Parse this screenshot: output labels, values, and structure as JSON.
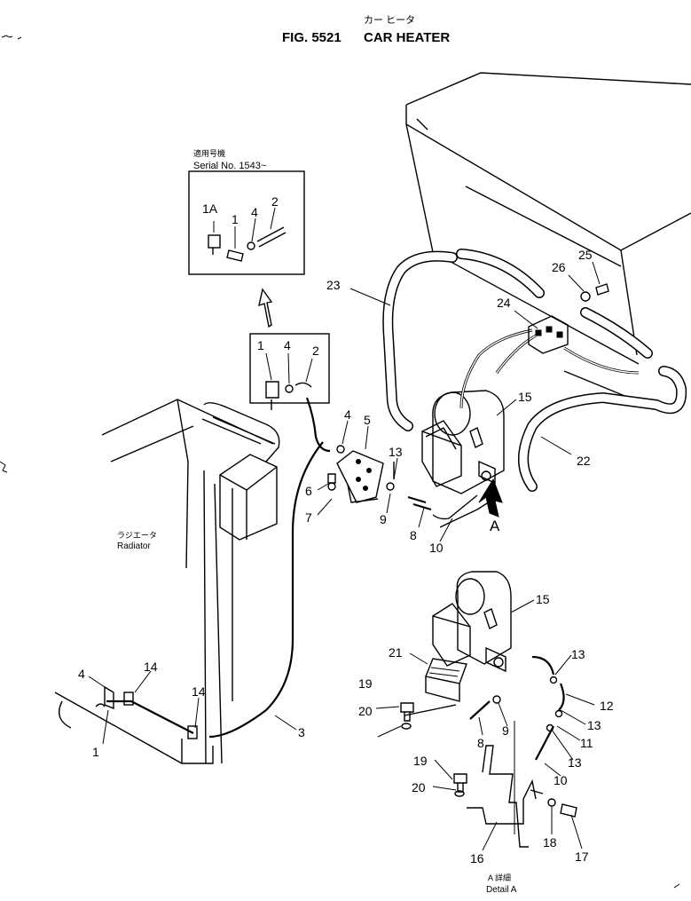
{
  "header": {
    "figure_number": "FIG. 5521",
    "title": "CAR HEATER",
    "title_katakana": "カー ヒータ"
  },
  "inset": {
    "serial_jp": "適用号機",
    "serial_label": "Serial No. 1543~"
  },
  "labels": {
    "radiator_jp": "ラジエータ",
    "radiator_en": "Radiator",
    "detail_jp": "A 詳細",
    "detail_en": "Detail A",
    "view_a": "A"
  },
  "callouts": {
    "c1A": "1A",
    "c1_inset": "1",
    "c4_inset": "4",
    "c2_inset": "2",
    "c1_valve": "1",
    "c4_valve": "4",
    "c2_valve": "2",
    "c23": "23",
    "c26": "26",
    "c25": "25",
    "c24": "24",
    "c15_main": "15",
    "c4_bracket": "4",
    "c5": "5",
    "c13_main": "13",
    "c6": "6",
    "c7": "7",
    "c9_main": "9",
    "c8_main": "8",
    "c10_main": "10",
    "c22": "22",
    "c4_lower": "4",
    "c14_left": "14",
    "c14_right": "14",
    "c1_lower": "1",
    "c3": "3",
    "c15_detail": "15",
    "c21": "21",
    "c13_d1": "13",
    "c12": "12",
    "c19_upper": "19",
    "c20_upper": "20",
    "c13_d2": "13",
    "c11": "11",
    "c9_detail": "9",
    "c8_detail": "8",
    "c13_d3": "13",
    "c10_detail": "10",
    "c19_lower": "19",
    "c20_lower": "20",
    "c18": "18",
    "c17": "17",
    "c16": "16"
  }
}
